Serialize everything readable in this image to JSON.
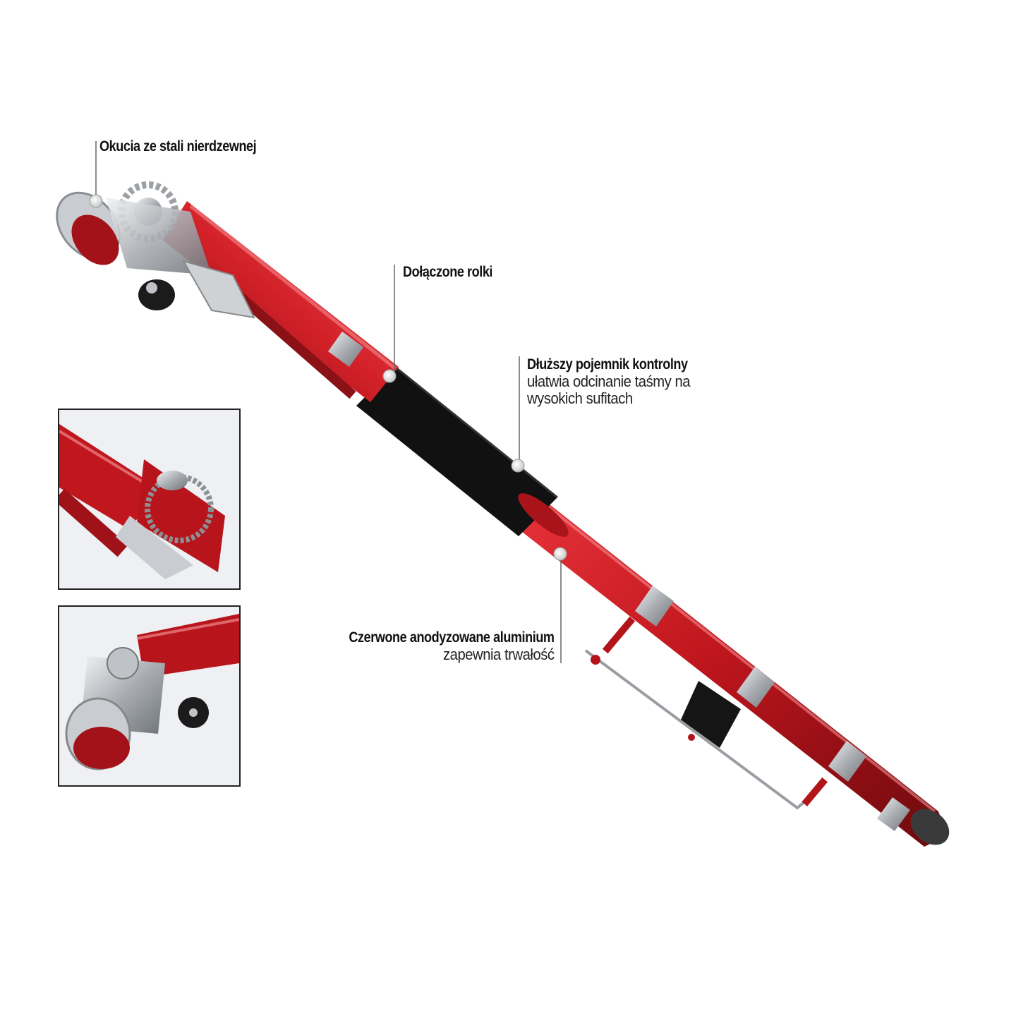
{
  "callouts": {
    "fittings": {
      "title": "Okucia ze stali nierdzewnej"
    },
    "rollers": {
      "title": "Dołączone rolki"
    },
    "box": {
      "title": "Dłuższy pojemnik kontrolny",
      "line1": "ułatwia odcinanie taśmy na",
      "line2": "wysokich sufitach"
    },
    "aluminium": {
      "title": "Czerwone anodyzowane  aluminium",
      "line1": "zapewnia trwałość"
    }
  },
  "colors": {
    "tube_red": "#c0161d",
    "tube_dark": "#7a0c10",
    "steel": "#b9bcc0",
    "box_black": "#111111"
  }
}
